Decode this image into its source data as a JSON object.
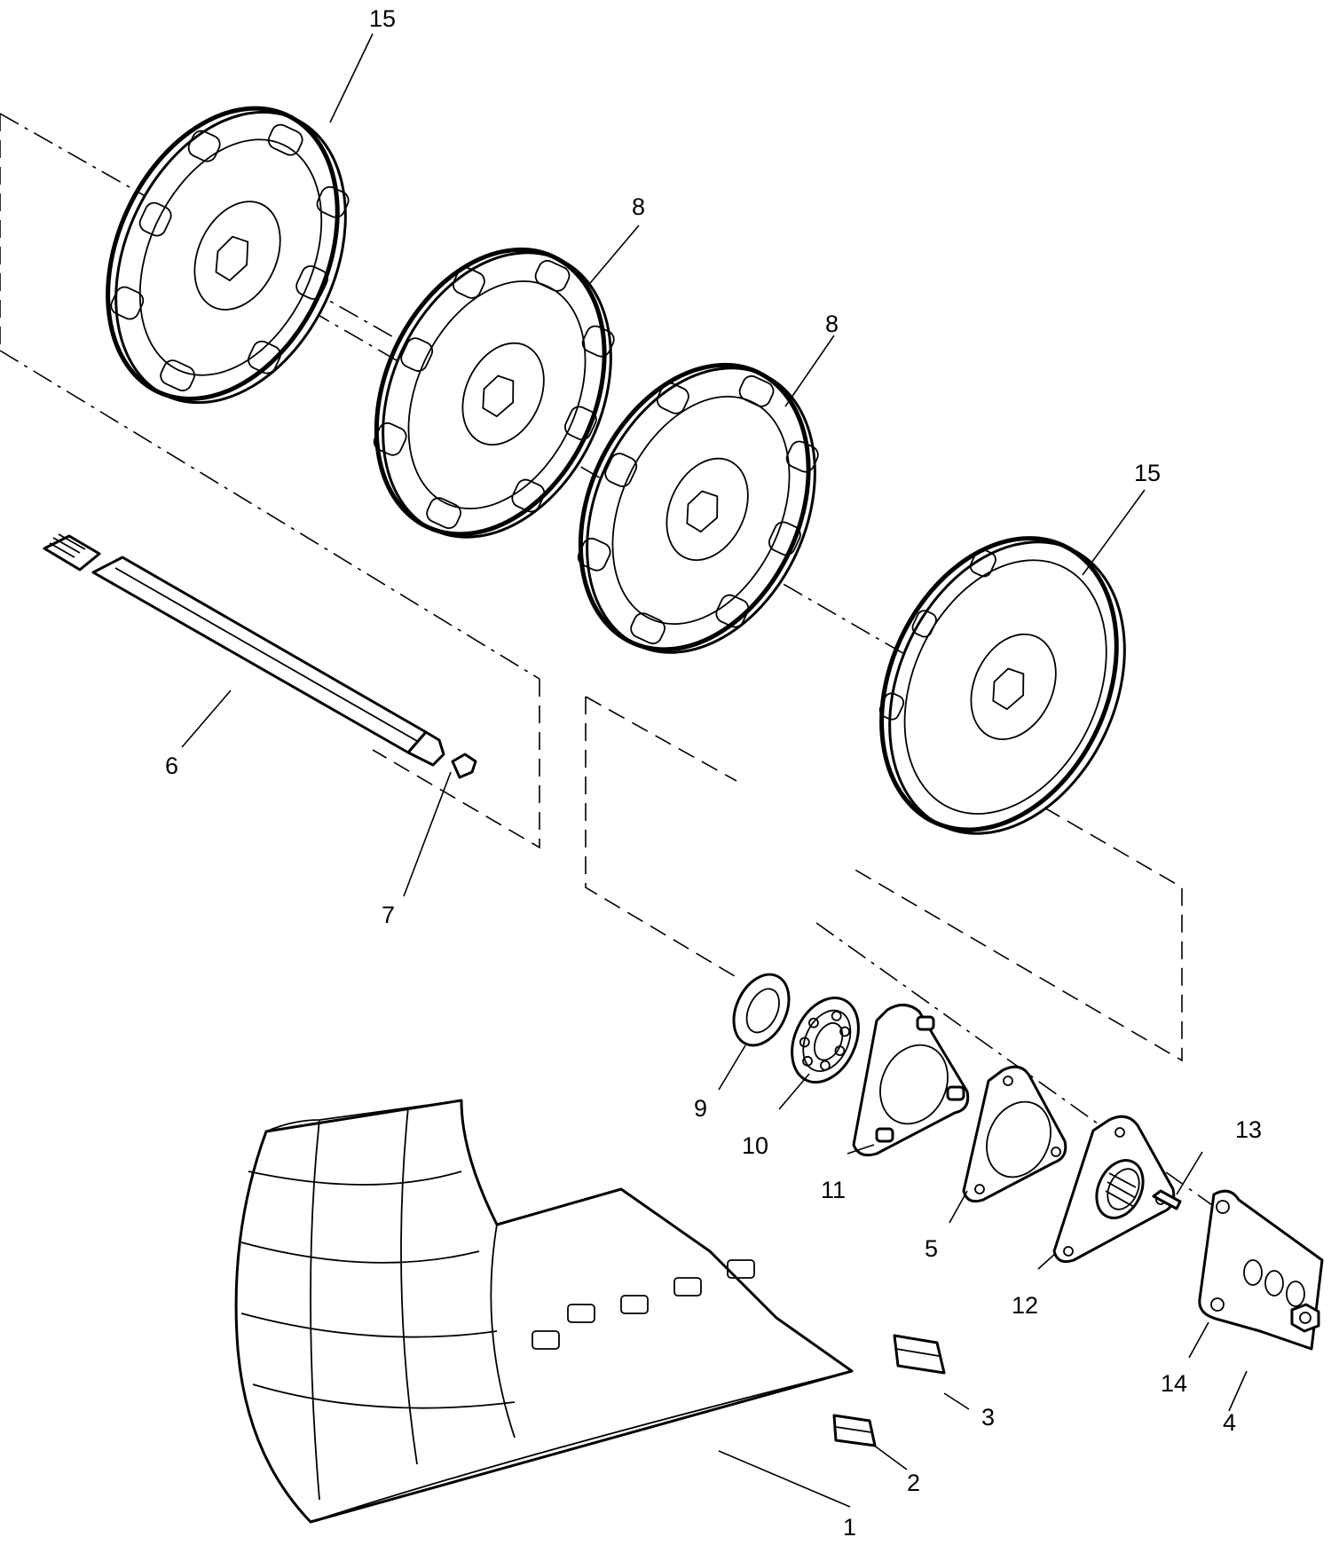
{
  "callouts": [
    {
      "id": "c1",
      "label": "1"
    },
    {
      "id": "c2",
      "label": "2"
    },
    {
      "id": "c3",
      "label": "3"
    },
    {
      "id": "c4",
      "label": "4"
    },
    {
      "id": "c5",
      "label": "5"
    },
    {
      "id": "c6",
      "label": "6"
    },
    {
      "id": "c7",
      "label": "7"
    },
    {
      "id": "c8a",
      "label": "8"
    },
    {
      "id": "c8b",
      "label": "8"
    },
    {
      "id": "c9",
      "label": "9"
    },
    {
      "id": "c10",
      "label": "10"
    },
    {
      "id": "c11",
      "label": "11"
    },
    {
      "id": "c12",
      "label": "12"
    },
    {
      "id": "c13",
      "label": "13"
    },
    {
      "id": "c14",
      "label": "14"
    },
    {
      "id": "c15a",
      "label": "15"
    },
    {
      "id": "c15b",
      "label": "15"
    }
  ],
  "colors": {
    "line": "#000000",
    "background": "#ffffff"
  }
}
